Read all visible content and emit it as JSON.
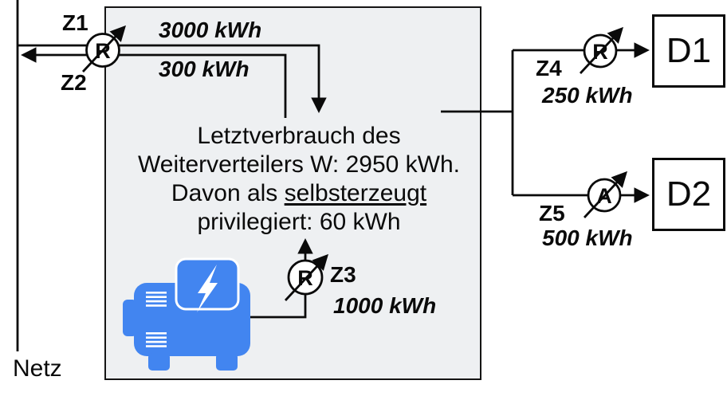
{
  "grid": {
    "label": "Netz"
  },
  "meters": {
    "z12": {
      "letter": "R",
      "top_label": "Z1",
      "bottom_label": "Z2",
      "import_value": "3000 kWh",
      "export_value": "300 kWh"
    },
    "z3": {
      "letter": "R",
      "label": "Z3",
      "value": "1000 kWh"
    },
    "z4": {
      "letter": "R",
      "label": "Z4",
      "value": "250 kWh"
    },
    "z5": {
      "letter": "A",
      "label": "Z5",
      "value": "500 kWh"
    }
  },
  "distributor": {
    "note_line1": "Letztverbrauch des",
    "note_line2": "Weiterverteilers W: 2950 kWh.",
    "note_line3_prefix": "Davon als ",
    "note_line3_underlined": "selbsterzeugt",
    "note_line4": "privilegiert: 60 kWh"
  },
  "consumers": {
    "d1_label": "D1",
    "d2_label": "D2"
  },
  "icons": {
    "generator": "generator-icon",
    "lightning": "lightning-bolt-icon",
    "meter_arrow": "meter-diagonal-arrow-icon"
  },
  "colors": {
    "line": "#0a0a0a",
    "distributor_fill": "#eef0f2",
    "distributor_border": "#141414",
    "generator_blue": "#4285f0"
  }
}
